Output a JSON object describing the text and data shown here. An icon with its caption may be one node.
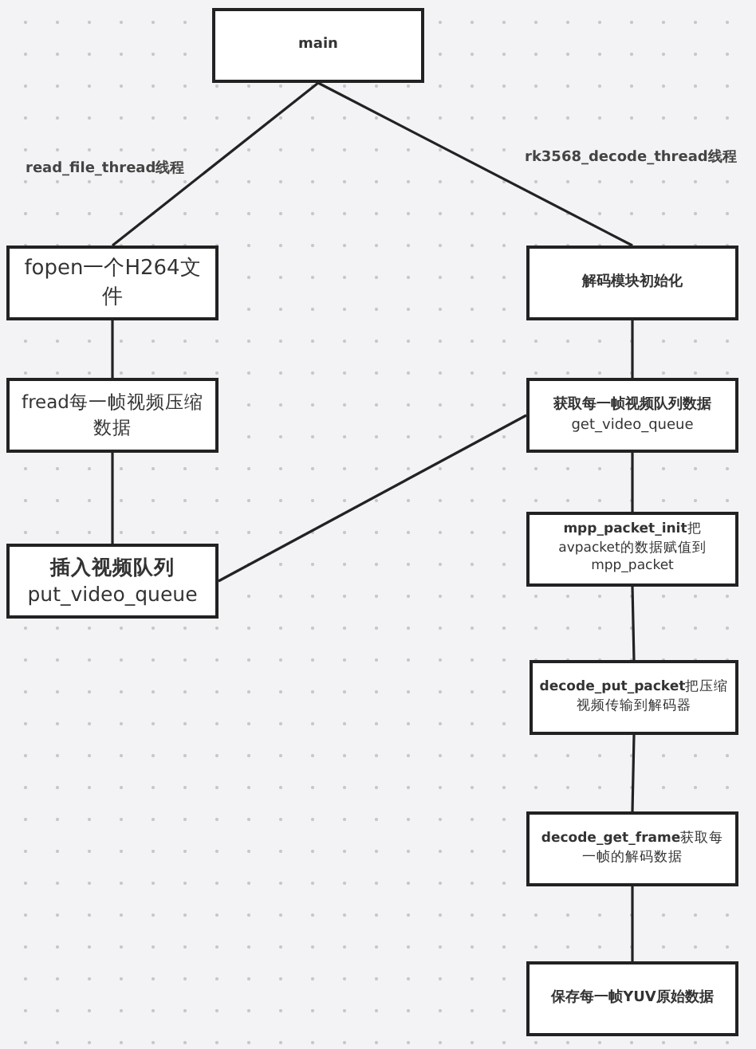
{
  "diagram": {
    "nodes": [
      {
        "text": [
          "main"
        ]
      },
      {
        "text": [
          "fopen一个H264文件"
        ]
      },
      {
        "text": [
          "fread每一帧视频压缩数据"
        ]
      },
      {
        "text": [
          "插入视频队列",
          "put_video_queue"
        ]
      },
      {
        "text": [
          "解码模块初始化"
        ]
      },
      {
        "text": [
          "获取每一帧视频队列数据",
          "get_video_queue"
        ]
      },
      {
        "text": [
          "**mpp_packet_init**把avpacket的数据赋值到mpp_packet"
        ]
      },
      {
        "text": [
          "**decode_put_packet**把压缩视频传输到解码器"
        ]
      },
      {
        "text": [
          "**decode_get_frame**获取每一帧的解码数据"
        ]
      },
      {
        "text": [
          "保存每一帧YUV原始数据"
        ]
      }
    ],
    "edges": [
      {
        "from": 0,
        "to": 1,
        "arrow": "none",
        "label": "read_file_thread线程"
      },
      {
        "from": 1,
        "to": 2,
        "arrow": "none"
      },
      {
        "from": 2,
        "to": 3,
        "arrow": "none"
      },
      {
        "from": 0,
        "to": 4,
        "arrow": "none",
        "label": "rk3568_decode_thread线程"
      },
      {
        "from": 4,
        "to": 5,
        "arrow": "none"
      },
      {
        "from": 3,
        "to": 5,
        "arrow": "none"
      },
      {
        "from": 5,
        "to": 6,
        "arrow": "none"
      },
      {
        "from": 6,
        "to": 7,
        "arrow": "none"
      },
      {
        "from": 7,
        "to": 8,
        "arrow": "none"
      },
      {
        "from": 8,
        "to": 9,
        "arrow": "none"
      }
    ]
  }
}
